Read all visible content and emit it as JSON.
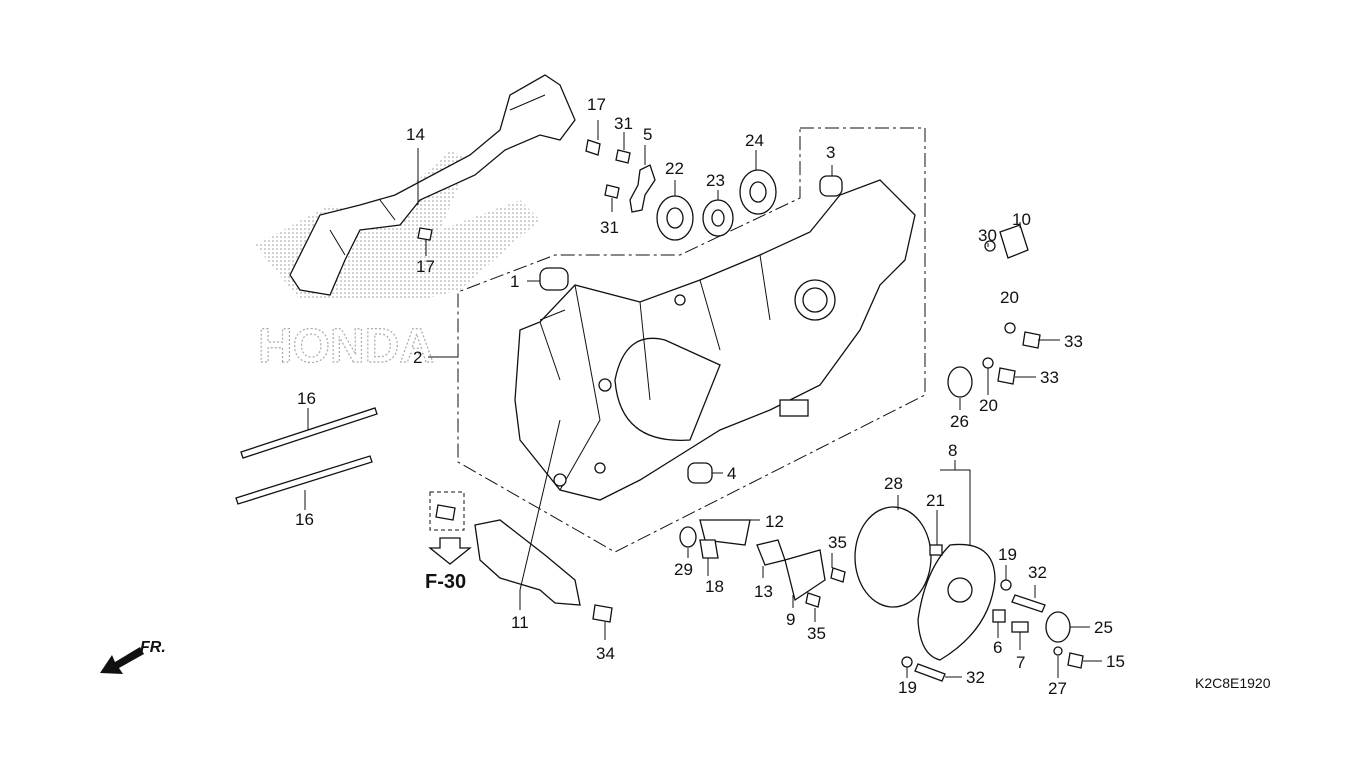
{
  "diagram": {
    "code": "K2C8E1920",
    "reference": "F-30",
    "direction": "FR.",
    "watermark": "HONDA",
    "callouts": [
      {
        "id": "c1",
        "label": "1"
      },
      {
        "id": "c2",
        "label": "2"
      },
      {
        "id": "c3",
        "label": "3"
      },
      {
        "id": "c4",
        "label": "4"
      },
      {
        "id": "c5",
        "label": "5"
      },
      {
        "id": "c6",
        "label": "6"
      },
      {
        "id": "c7",
        "label": "7"
      },
      {
        "id": "c8",
        "label": "8"
      },
      {
        "id": "c9",
        "label": "9"
      },
      {
        "id": "c10",
        "label": "10"
      },
      {
        "id": "c11",
        "label": "11"
      },
      {
        "id": "c12",
        "label": "12"
      },
      {
        "id": "c13",
        "label": "13"
      },
      {
        "id": "c14",
        "label": "14"
      },
      {
        "id": "c15",
        "label": "15"
      },
      {
        "id": "c16a",
        "label": "16"
      },
      {
        "id": "c16b",
        "label": "16"
      },
      {
        "id": "c17a",
        "label": "17"
      },
      {
        "id": "c17b",
        "label": "17"
      },
      {
        "id": "c18",
        "label": "18"
      },
      {
        "id": "c19a",
        "label": "19"
      },
      {
        "id": "c19b",
        "label": "19"
      },
      {
        "id": "c20a",
        "label": "20"
      },
      {
        "id": "c20b",
        "label": "20"
      },
      {
        "id": "c21",
        "label": "21"
      },
      {
        "id": "c22",
        "label": "22"
      },
      {
        "id": "c23",
        "label": "23"
      },
      {
        "id": "c24",
        "label": "24"
      },
      {
        "id": "c25",
        "label": "25"
      },
      {
        "id": "c26",
        "label": "26"
      },
      {
        "id": "c27",
        "label": "27"
      },
      {
        "id": "c28",
        "label": "28"
      },
      {
        "id": "c29",
        "label": "29"
      },
      {
        "id": "c30",
        "label": "30"
      },
      {
        "id": "c31a",
        "label": "31"
      },
      {
        "id": "c31b",
        "label": "31"
      },
      {
        "id": "c32a",
        "label": "32"
      },
      {
        "id": "c32b",
        "label": "32"
      },
      {
        "id": "c33a",
        "label": "33"
      },
      {
        "id": "c33b",
        "label": "33"
      },
      {
        "id": "c34",
        "label": "34"
      },
      {
        "id": "c35a",
        "label": "35"
      },
      {
        "id": "c35b",
        "label": "35"
      }
    ]
  }
}
